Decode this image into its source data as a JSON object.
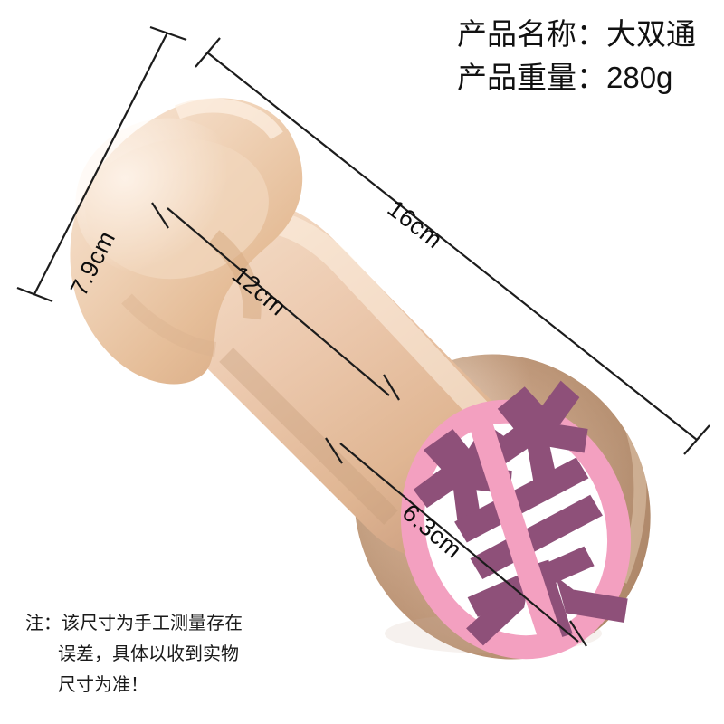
{
  "header": {
    "product_name_line": "产品名称：大双通",
    "product_weight_line": "产品重量：280g",
    "name_label": "产品名称",
    "name_value": "大双通",
    "weight_label": "产品重量",
    "weight_value": "280g"
  },
  "note": {
    "line1": "注：该尺寸为手工测量存在",
    "line2": "误差，具体以收到实物",
    "line3": "尺寸为准！"
  },
  "measurements": [
    {
      "id": "width-top",
      "label": "7.9cm"
    },
    {
      "id": "total-length",
      "label": "16cm"
    },
    {
      "id": "shaft-length",
      "label": "12cm"
    },
    {
      "id": "base-width",
      "label": "6.3cm"
    }
  ],
  "dimension_labels": {
    "top_bulb_width": "7.9cm",
    "overall_length": "16cm",
    "shaft_length": "12cm",
    "base_diameter": "6.3cm"
  },
  "badge": {
    "type": "prohibition-badge",
    "ring_color": "#f3a0c0",
    "slash_color": "#f3a0c0",
    "inner_color": "#ffffff",
    "glyph_color": "#8e5079",
    "glyph_text": "禁"
  },
  "colors": {
    "background": "#ffffff",
    "product_light": "#f0d3b8",
    "product_mid": "#e2b88f",
    "product_shaft": "#e8c5ab",
    "product_base": "#c9a489",
    "product_shadow": "#b9957a",
    "line": "#1c1c1c",
    "text": "#111111"
  }
}
